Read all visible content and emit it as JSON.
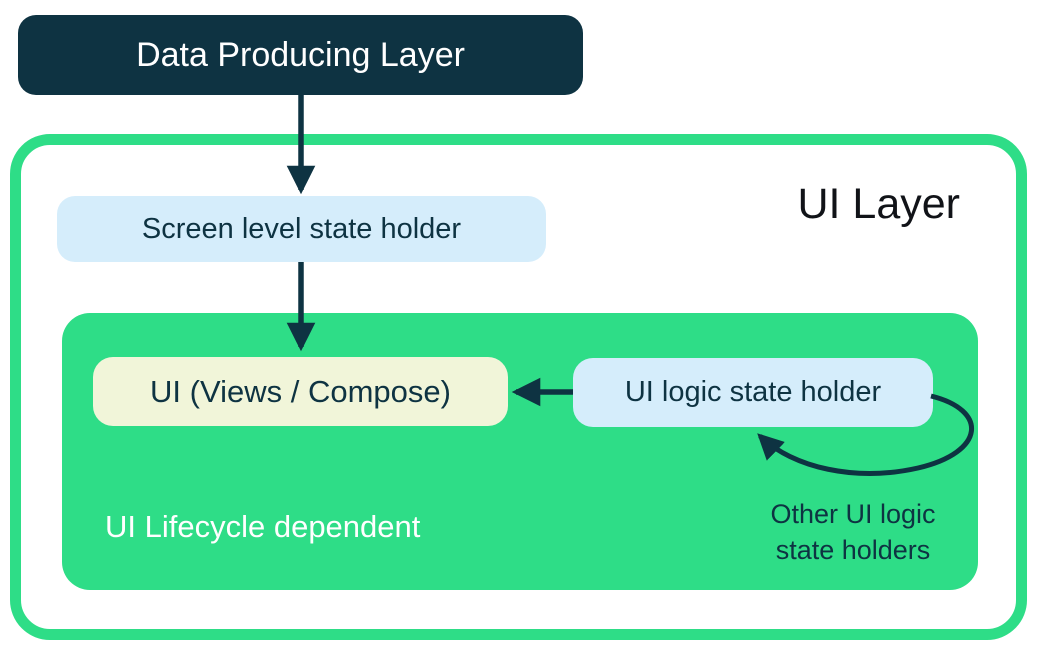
{
  "colors": {
    "dark_teal": "#0e3342",
    "green": "#2edd87",
    "light_blue": "#d5edfb",
    "cream": "#f1f5d9",
    "text_black": "#111318"
  },
  "diagram": {
    "title": "UI Layer",
    "nodes": {
      "data_producing_layer": "Data Producing Layer",
      "screen_state_holder": "Screen level state holder",
      "ui_views_compose": "UI (Views / Compose)",
      "ui_logic_state_holder": "UI logic state holder"
    },
    "captions": {
      "lifecycle": "UI Lifecycle dependent",
      "other_holders": "Other UI logic\nstate holders"
    },
    "edges": [
      "data-producing-layer -> screen-level-state-holder",
      "screen-level-state-holder -> ui-views-compose",
      "ui-logic-state-holder -> ui-views-compose",
      "other-ui-logic-state-holders -> ui-logic-state-holder (loop)"
    ]
  }
}
